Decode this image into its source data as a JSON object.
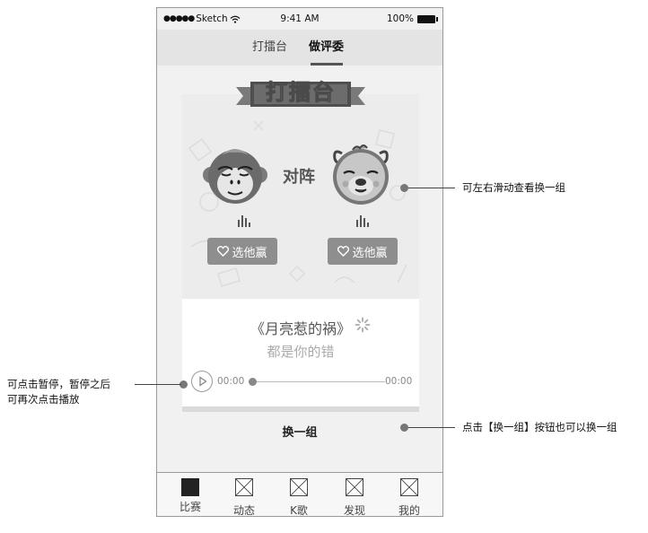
{
  "status_bar": {
    "carrier": "Sketch",
    "time": "9:41 AM",
    "battery": "100%"
  },
  "tabs": [
    {
      "label": "打擂台"
    },
    {
      "label": "做评委"
    }
  ],
  "active_tab": "做评委",
  "card": {
    "banner": "打擂台",
    "vs_label": "对阵",
    "vote_left": "选他赢",
    "vote_right": "选他赢",
    "song_title": "《月亮惹的祸》",
    "song_subtitle": "都是你的错",
    "time_current": "00:00",
    "time_total": "00:00",
    "progress": 0
  },
  "switch_button": "换一组",
  "bottom_nav": [
    {
      "label": "比赛"
    },
    {
      "label": "动态"
    },
    {
      "label": "K歌"
    },
    {
      "label": "发现"
    },
    {
      "label": "我的"
    }
  ],
  "annotations": {
    "swipe": "可左右滑动查看换一组",
    "pause_line1": "可点击暂停，暂停之后",
    "pause_line2": "可再次点击播放",
    "switch": "点击【换一组】按钮也可以换一组"
  }
}
